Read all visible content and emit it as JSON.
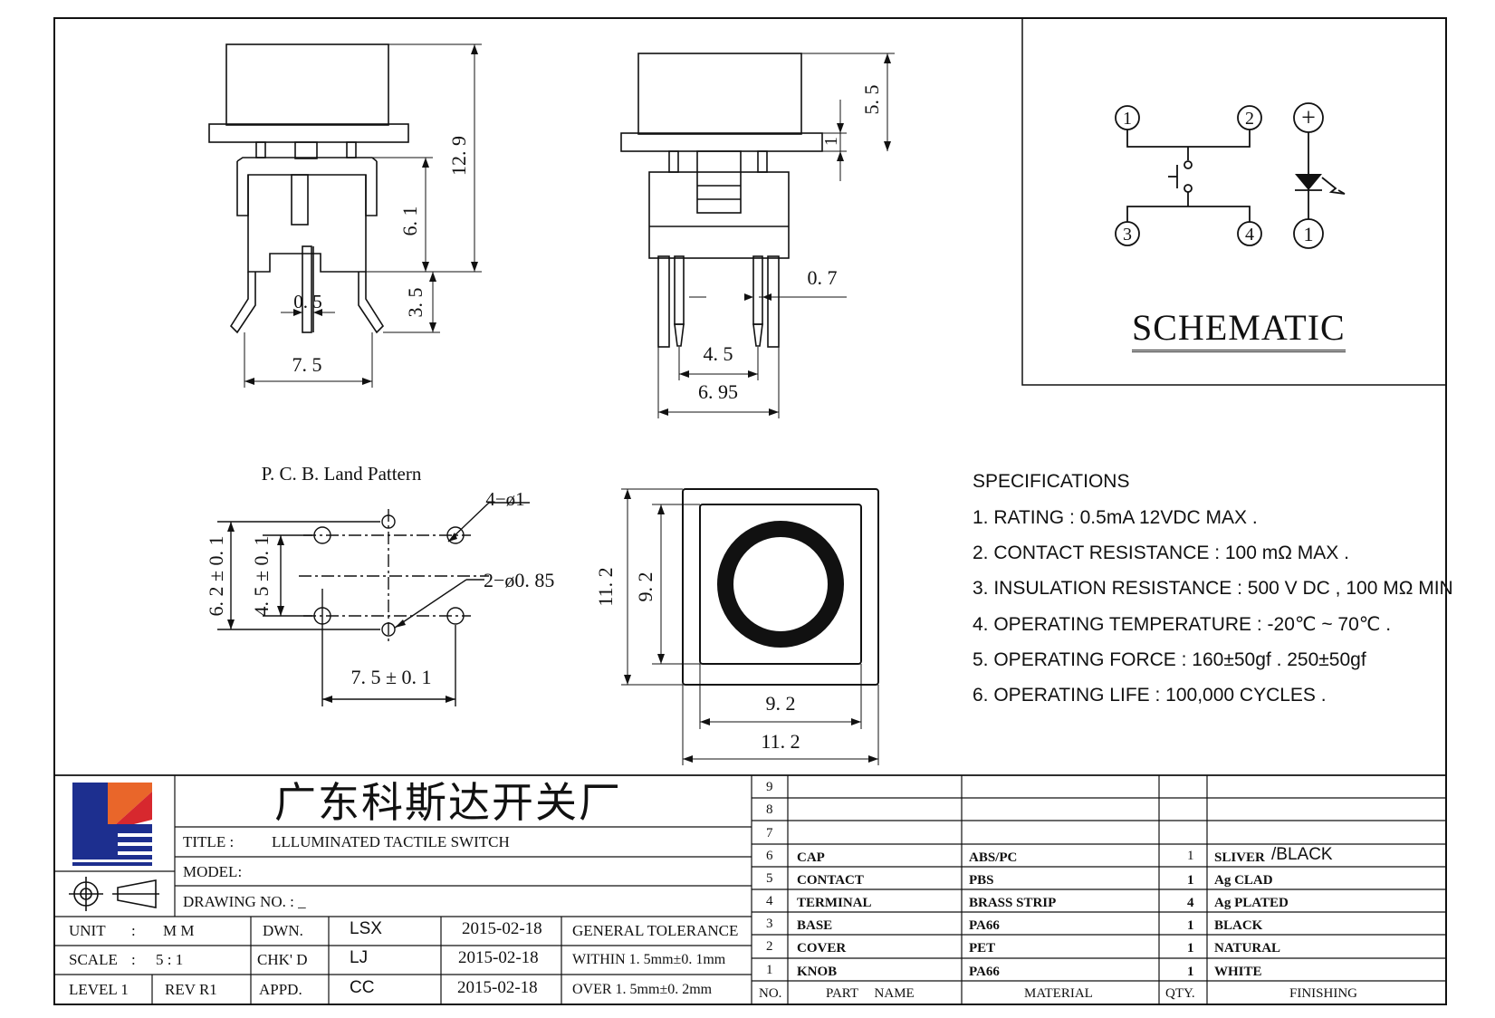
{
  "drawing": {
    "schematic_title": "SCHEMATIC",
    "pin_labels": [
      "1",
      "2",
      "3",
      "4",
      "+",
      "1"
    ],
    "pcb_title": "P. C. B. Land Pattern",
    "dims": {
      "d12_9": "12. 9",
      "d6_1": "6. 1",
      "d3_5": "3. 5",
      "d0_5": "0. 5",
      "d7_5": "7. 5",
      "d5_5": "5. 5",
      "d1": "1",
      "d0_7": "0. 7",
      "d4_5": "4. 5",
      "d6_95": "6. 95",
      "hole4": "4−ø1",
      "hole2": "2−ø0. 85",
      "d6_2": "6. 2 ± 0. 1",
      "d4_5t": "4. 5 ± 0. 1",
      "d7_5t": "7. 5 ± 0. 1",
      "d11_2v": "11. 2",
      "d9_2v": "9. 2",
      "d9_2h": "9. 2",
      "d11_2h": "11. 2"
    }
  },
  "specifications": {
    "heading": "SPECIFICATIONS",
    "items": [
      "1. RATING : 0.5mA 12VDC MAX .",
      "2. CONTACT RESISTANCE : 100 mΩ MAX .",
      "3. INSULATION RESISTANCE : 500 V DC , 100 MΩ MIN",
      "4. OPERATING TEMPERATURE : -20℃ ~ 70℃ .",
      "5. OPERATING FORCE : 160±50gf . 250±50gf",
      "6. OPERATING LIFE : 100,000 CYCLES ."
    ]
  },
  "title_block": {
    "company": "广东科斯达开关厂",
    "title_label": "TITLE :",
    "title_value": "LLLUMINATED TACTILE SWITCH",
    "model_label": "MODEL:",
    "drawing_no_label": "DRAWING NO. : _",
    "unit_label": "UNIT",
    "unit_sep": ":",
    "unit_value": "M M",
    "scale_label": "SCALE",
    "scale_sep": ":",
    "scale_value": "5 : 1",
    "level": "LEVEL 1",
    "rev": "REV R1",
    "dwn_label": "DWN.",
    "dwn_name": "LSX",
    "dwn_date": "2015-02-18",
    "chk_label": "CHK' D",
    "chk_name": "LJ",
    "chk_date": "2015-02-18",
    "appd_label": "APPD.",
    "appd_name": "CC",
    "appd_date": "2015-02-18",
    "tol_title": "GENERAL TOLERANCE",
    "tol_within": "WITHIN 1. 5mm±0. 1mm",
    "tol_over": "OVER 1. 5mm±0. 2mm"
  },
  "bom": {
    "header": {
      "no": "NO.",
      "part": "PART NAME",
      "material": "MATERIAL",
      "qty": "QTY.",
      "finishing": "FINISHING"
    },
    "empty_rows": [
      "9",
      "8",
      "7"
    ],
    "rows": [
      {
        "no": "6",
        "part": "CAP",
        "material": "ABS/PC",
        "qty": "1",
        "finishing_a": "SLIVER",
        "finishing_b": "/BLACK"
      },
      {
        "no": "5",
        "part": "CONTACT",
        "material": "PBS",
        "qty": "1",
        "finishing_a": "Ag CLAD",
        "finishing_b": ""
      },
      {
        "no": "4",
        "part": "TERMINAL",
        "material": "BRASS STRIP",
        "qty": "4",
        "finishing_a": "Ag PLATED",
        "finishing_b": ""
      },
      {
        "no": "3",
        "part": "BASE",
        "material": "PA66",
        "qty": "1",
        "finishing_a": "BLACK",
        "finishing_b": ""
      },
      {
        "no": "2",
        "part": "COVER",
        "material": "PET",
        "qty": "1",
        "finishing_a": "NATURAL",
        "finishing_b": ""
      },
      {
        "no": "1",
        "part": "KNOB",
        "material": "PA66",
        "qty": "1",
        "finishing_a": "WHITE",
        "finishing_b": ""
      }
    ]
  },
  "colors": {
    "logo_blue": "#1d2f8f",
    "logo_orange": "#e9662a",
    "logo_red": "#d7282e",
    "ink": "#111111"
  }
}
